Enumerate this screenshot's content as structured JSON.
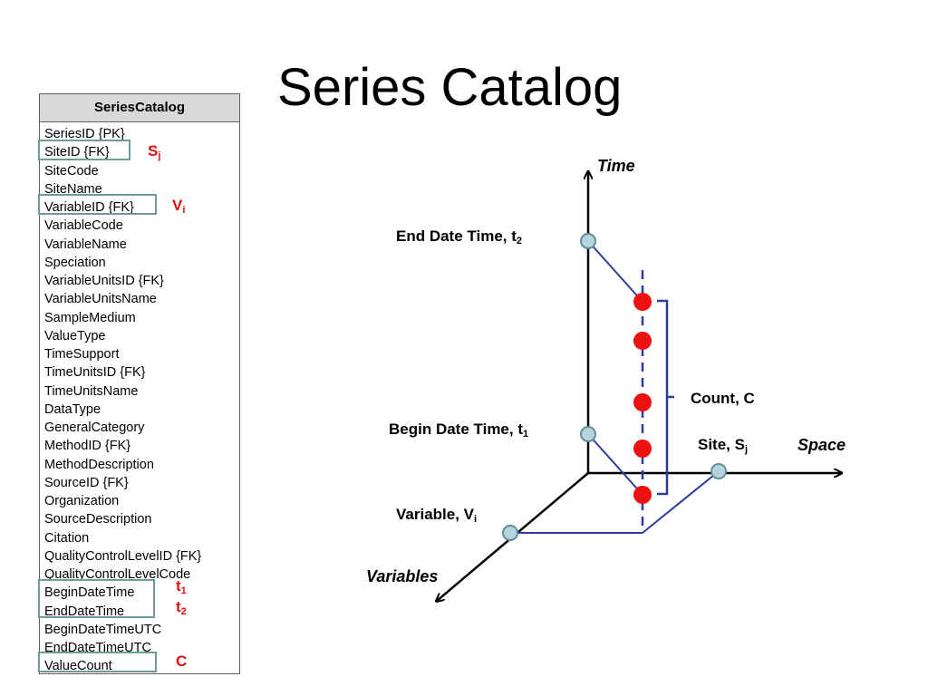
{
  "title": "Series Catalog",
  "table": {
    "header": "SeriesCatalog",
    "fields": [
      "SeriesID {PK}",
      "SiteID {FK}",
      "SiteCode",
      "SiteName",
      "VariableID {FK}",
      "VariableCode",
      "VariableName",
      "Speciation",
      "VariableUnitsID {FK}",
      "VariableUnitsName",
      "SampleMedium",
      "ValueType",
      "TimeSupport",
      "TimeUnitsID {FK}",
      "TimeUnitsName",
      "DataType",
      "GeneralCategory",
      "MethodID {FK}",
      "MethodDescription",
      "SourceID {FK}",
      "Organization",
      "SourceDescription",
      "Citation",
      "QualityControlLevelID {FK}",
      "QualityControlLevelCode",
      "BeginDateTime",
      "EndDateTime",
      "BeginDateTimeUTC",
      "EndDateTimeUTC",
      "ValueCount"
    ]
  },
  "markers": {
    "site": {
      "base": "S",
      "sub": "j"
    },
    "variable": {
      "base": "V",
      "sub": "i"
    },
    "begin": {
      "base": "t",
      "sub": "1"
    },
    "end": {
      "base": "t",
      "sub": "2"
    },
    "count": {
      "base": "C",
      "sub": ""
    }
  },
  "diagram": {
    "axis_time": "Time",
    "axis_space": "Space",
    "axis_variables": "Variables",
    "end_label": {
      "base": "End Date Time, t",
      "sub": "2"
    },
    "begin_label": {
      "base": "Begin Date Time, t",
      "sub": "1"
    },
    "count_label": "Count, C",
    "site_label": {
      "base": "Site, S",
      "sub": "j"
    },
    "variable_label": {
      "base": "Variable, V",
      "sub": "i"
    },
    "colors": {
      "axis": "#000000",
      "guide_line": "#2e3a9e",
      "data_point": "#ee1111",
      "node_fill": "#b7d3dc",
      "node_stroke": "#5f8f96",
      "marker": "#e01010",
      "highlight": "#6f9a9a"
    }
  }
}
